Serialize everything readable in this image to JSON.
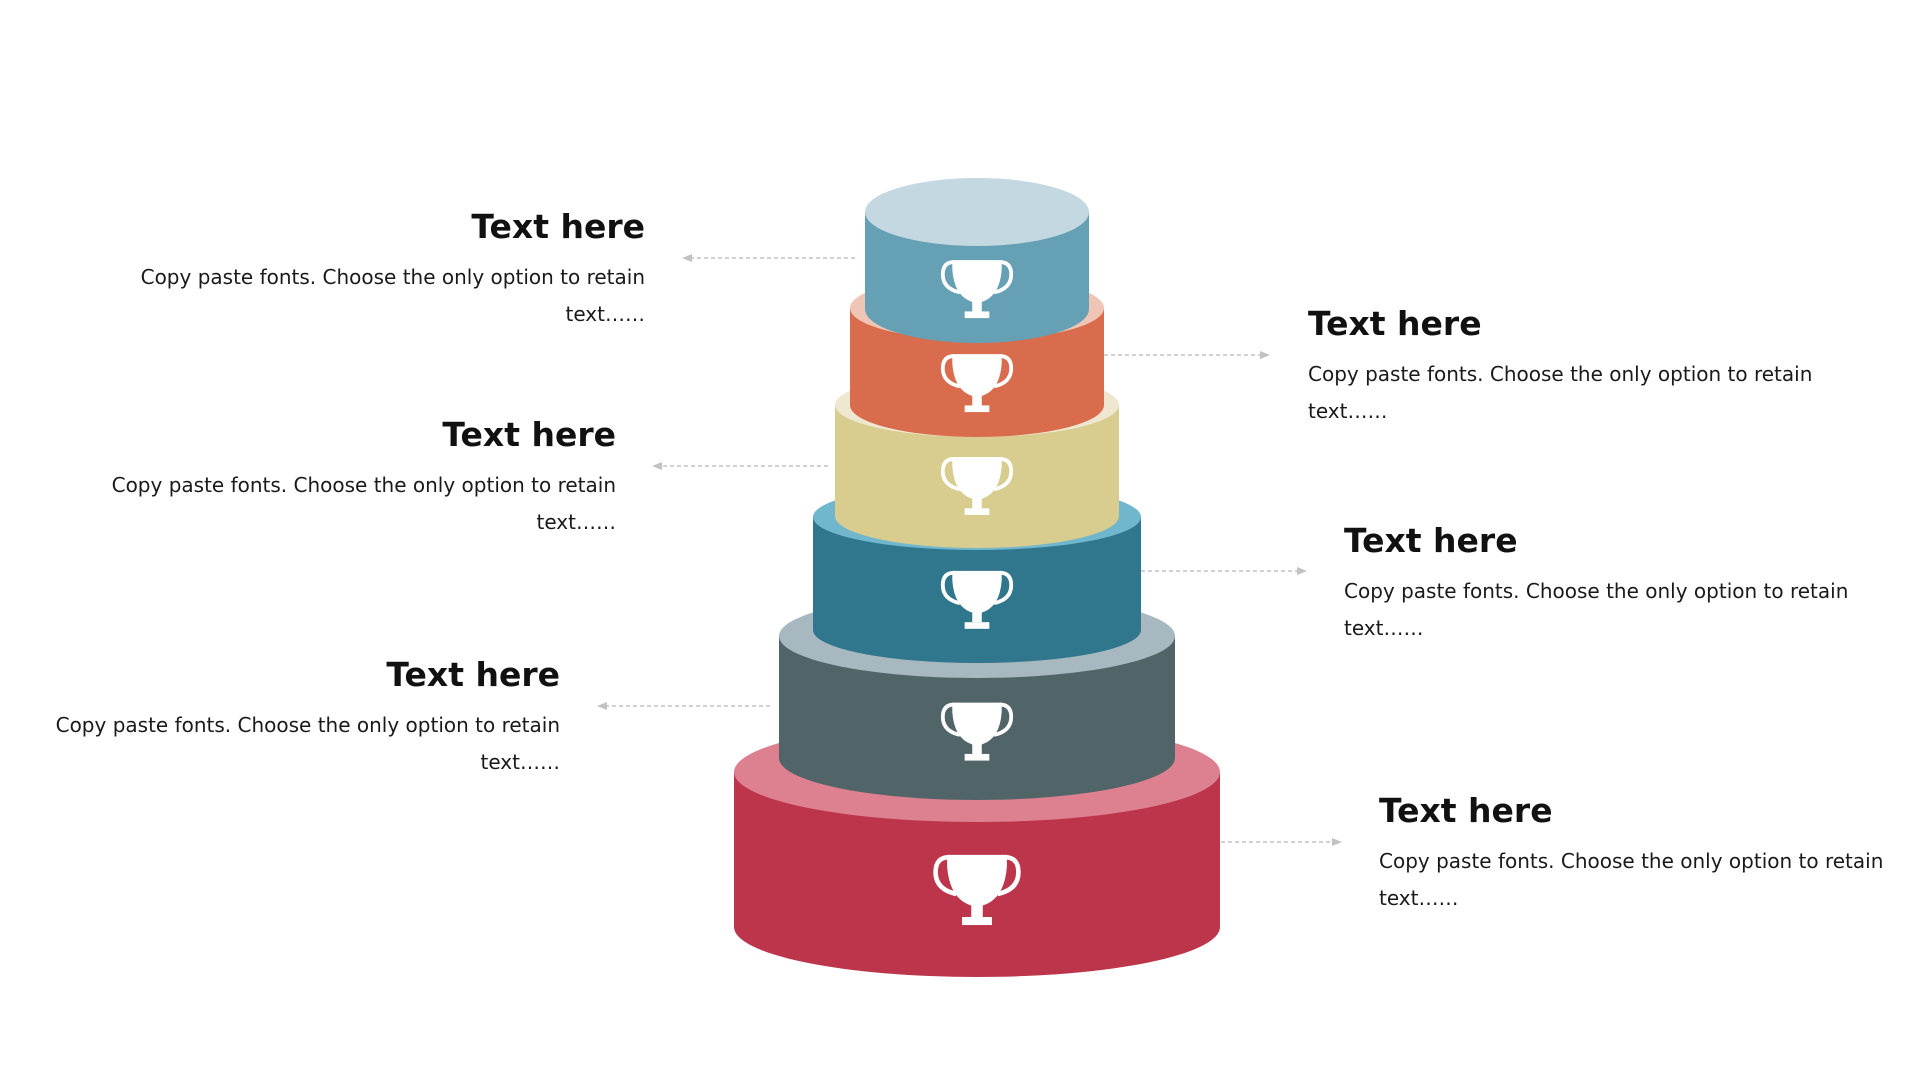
{
  "items": [
    {
      "heading": "Text here",
      "body": "Copy paste fonts. Choose the only option to retain text……",
      "side": "left",
      "top_color": "#c3d8e1",
      "side_color": "#66a0b4"
    },
    {
      "heading": "Text here",
      "body": "Copy paste fonts. Choose the only option to retain text……",
      "side": "right",
      "top_color": "#efc5b6",
      "side_color": "#d86c4c"
    },
    {
      "heading": "Text here",
      "body": "Copy paste fonts. Choose the only option to retain text……",
      "side": "left",
      "top_color": "#efe7d0",
      "side_color": "#d8cc8e"
    },
    {
      "heading": "Text here",
      "body": "Copy paste fonts. Choose the only option to retain text……",
      "side": "right",
      "top_color": "#70b7cd",
      "side_color": "#30768c"
    },
    {
      "heading": "Text here",
      "body": "Copy paste fonts. Choose the only option to retain text……",
      "side": "left",
      "top_color": "#a8b8c0",
      "side_color": "#516569"
    },
    {
      "heading": "Text here",
      "body": "Copy paste fonts. Choose the only option to retain text……",
      "side": "right",
      "top_color": "#dd808f",
      "side_color": "#bd354b"
    }
  ],
  "icon": "trophy-icon",
  "connector_color": "#c2c2c2"
}
